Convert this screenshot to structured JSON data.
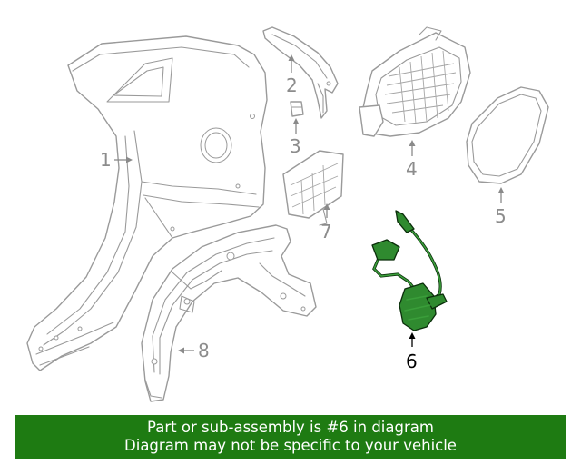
{
  "callouts": [
    {
      "id": "1",
      "text": "1"
    },
    {
      "id": "2",
      "text": "2"
    },
    {
      "id": "3",
      "text": "3"
    },
    {
      "id": "4",
      "text": "4"
    },
    {
      "id": "5",
      "text": "5"
    },
    {
      "id": "6",
      "text": "6",
      "highlighted": true
    },
    {
      "id": "7",
      "text": "7"
    },
    {
      "id": "8",
      "text": "8"
    }
  ],
  "colors": {
    "banner": "#1e7b12",
    "highlight_part": "#2f8a2f",
    "line_art": "#9a9a9a"
  },
  "banner": {
    "line1": "Part or sub-assembly is #6 in diagram",
    "line2": "Diagram may not be specific to your vehicle"
  }
}
